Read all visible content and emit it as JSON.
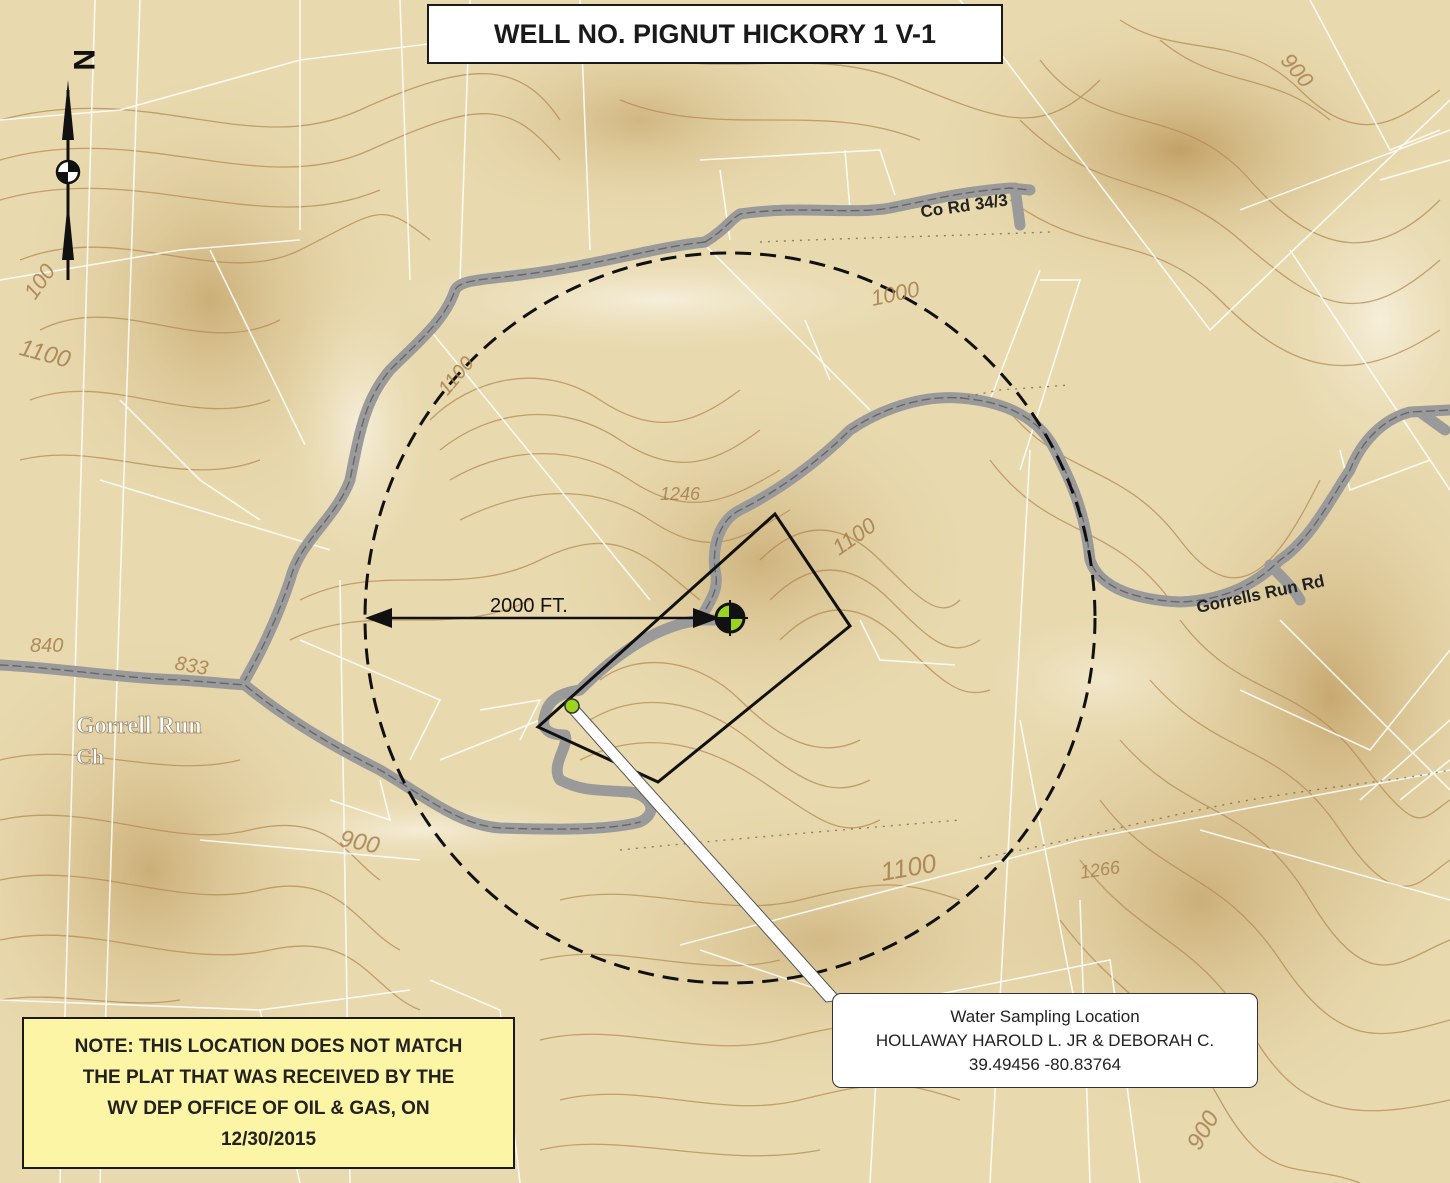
{
  "title": "WELL NO. PIGNUT HICKORY 1 V-1",
  "note_lines": [
    "NOTE: THIS LOCATION DOES NOT MATCH",
    "THE PLAT THAT WAS RECEIVED BY THE",
    "WV DEP OFFICE OF OIL & GAS, ON",
    "12/30/2015"
  ],
  "callout": {
    "heading": "Water Sampling Location",
    "owner": "HOLLAWAY HAROLD L. JR & DEBORAH C.",
    "coords": "39.49456  -80.83764"
  },
  "distance_label": "2000 FT.",
  "north_letter": "N",
  "road_labels": {
    "co_rd": "Co Rd 34/3",
    "gorrells_run_rd": "Gorrells Run Rd",
    "gorrell_run": "Gorrell Run",
    "ch": "Ch"
  },
  "elevation_labels": {
    "e1000": "1000",
    "e1246": "1246",
    "e1100_center": "1100",
    "e1100_bottom": "1100",
    "e1266": "1266",
    "e900_bottom_left": "900",
    "e900_bottom_right": "900",
    "e900_top_right": "900",
    "e1100_left_a": "1100",
    "e1100_left_b": "100",
    "e833": "833",
    "e840": "840",
    "e1100_upper": "1100"
  },
  "colors": {
    "map_base": "#e8d9ae",
    "terrain_dark": "#c9ad74",
    "terrain_light": "#f4ecd6",
    "contour": "#b48a55",
    "road_fill": "#9a9a9a",
    "road_center": "#5a5a5a",
    "well_marker": "#9ad41f",
    "note_bg": "#fdf5a6"
  }
}
